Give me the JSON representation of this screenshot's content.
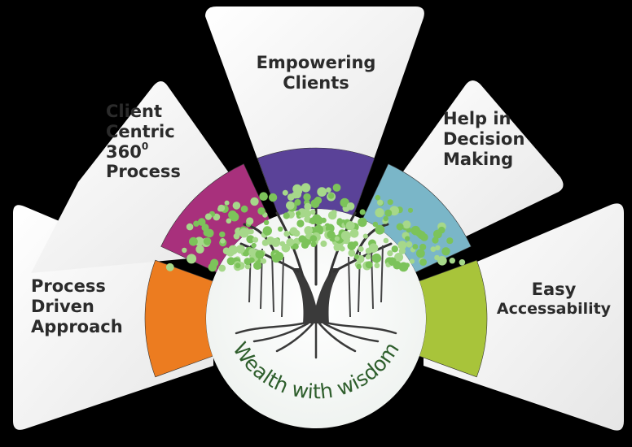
{
  "diagram": {
    "center_label": "Wealth with wisdom",
    "center_icon": "banyan-tree-icon",
    "segments": [
      {
        "id": "process-driven",
        "lines": [
          "Process",
          "Driven",
          "Approach"
        ],
        "color": "#ec7c20"
      },
      {
        "id": "client-centric",
        "lines": [
          "Client",
          "Centric",
          "360",
          "Process"
        ],
        "superscript": "0",
        "color": "#a8307c"
      },
      {
        "id": "empowering-clients",
        "lines": [
          "Empowering",
          "Clients"
        ],
        "color": "#5a4298"
      },
      {
        "id": "help-decision",
        "lines": [
          "Help in",
          "Decision",
          "Making"
        ],
        "color": "#7ab6c8"
      },
      {
        "id": "easy-access",
        "lines": [
          "Easy",
          "Accessability"
        ],
        "color": "#a8c43a"
      }
    ],
    "center_text_color": "#2e5e2c",
    "panel_color": "#f4f4f4",
    "background": "#000000"
  }
}
